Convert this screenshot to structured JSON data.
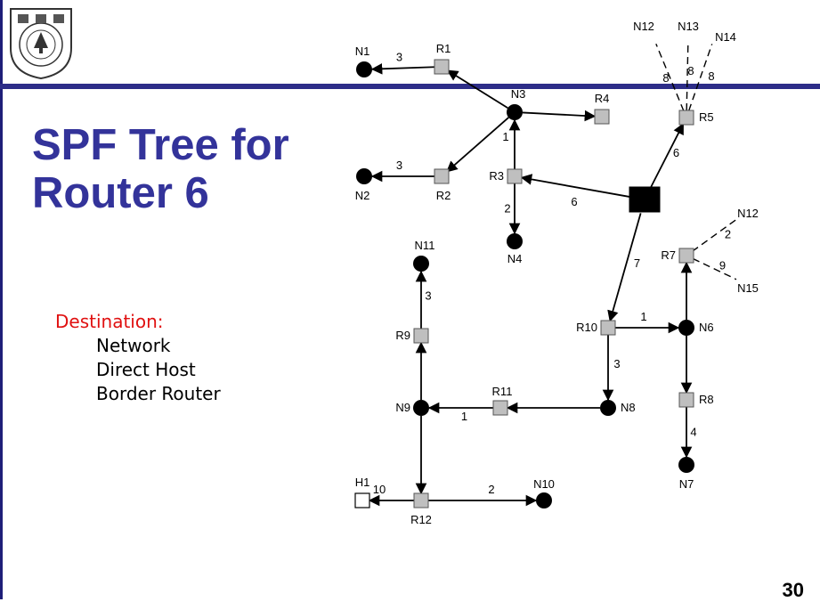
{
  "title_line1": "SPF Tree for",
  "title_line2": "Router 6",
  "destination": {
    "heading": "Destination:",
    "items": [
      "Network",
      "Direct Host",
      "Border Router"
    ]
  },
  "page_number": "30",
  "colors": {
    "title": "#33339a",
    "destination_heading": "#e01010",
    "rule": "#2d2d88",
    "router_fill": "#bfbfbf",
    "root_router_fill": "#000000"
  },
  "nodes": [
    {
      "id": "N1",
      "kind": "network"
    },
    {
      "id": "N2",
      "kind": "network"
    },
    {
      "id": "N3",
      "kind": "network"
    },
    {
      "id": "N4",
      "kind": "network"
    },
    {
      "id": "N6",
      "kind": "network"
    },
    {
      "id": "N7",
      "kind": "network"
    },
    {
      "id": "N8",
      "kind": "network"
    },
    {
      "id": "N9",
      "kind": "network"
    },
    {
      "id": "N10",
      "kind": "network"
    },
    {
      "id": "N11",
      "kind": "network"
    },
    {
      "id": "N12",
      "kind": "external"
    },
    {
      "id": "N12",
      "kind": "external"
    },
    {
      "id": "N13",
      "kind": "external"
    },
    {
      "id": "N14",
      "kind": "external"
    },
    {
      "id": "N15",
      "kind": "external"
    },
    {
      "id": "R1",
      "kind": "router"
    },
    {
      "id": "R2",
      "kind": "router"
    },
    {
      "id": "R3",
      "kind": "router"
    },
    {
      "id": "R4",
      "kind": "router"
    },
    {
      "id": "R5",
      "kind": "router"
    },
    {
      "id": "R6",
      "kind": "root"
    },
    {
      "id": "R7",
      "kind": "router"
    },
    {
      "id": "R8",
      "kind": "router"
    },
    {
      "id": "R9",
      "kind": "router"
    },
    {
      "id": "R10",
      "kind": "router"
    },
    {
      "id": "R11",
      "kind": "router"
    },
    {
      "id": "R12",
      "kind": "router"
    },
    {
      "id": "H1",
      "kind": "host"
    }
  ],
  "edges": [
    {
      "from": "R6",
      "to": "R3",
      "cost": "6",
      "style": "solid"
    },
    {
      "from": "R3",
      "to": "N3",
      "cost": "1",
      "style": "solid"
    },
    {
      "from": "R3",
      "to": "N4",
      "cost": "2",
      "style": "solid"
    },
    {
      "from": "N3",
      "to": "R1",
      "cost": "",
      "style": "solid"
    },
    {
      "from": "N3",
      "to": "R2",
      "cost": "",
      "style": "solid"
    },
    {
      "from": "N3",
      "to": "R4",
      "cost": "",
      "style": "solid"
    },
    {
      "from": "R1",
      "to": "N1",
      "cost": "3",
      "style": "solid"
    },
    {
      "from": "R2",
      "to": "N2",
      "cost": "3",
      "style": "solid"
    },
    {
      "from": "R6",
      "to": "R5",
      "cost": "6",
      "style": "solid"
    },
    {
      "from": "R5",
      "to": "N12",
      "cost": "8",
      "style": "dashed"
    },
    {
      "from": "R5",
      "to": "N13",
      "cost": "8",
      "style": "dashed"
    },
    {
      "from": "R5",
      "to": "N14",
      "cost": "8",
      "style": "dashed"
    },
    {
      "from": "R6",
      "to": "R10",
      "cost": "7",
      "style": "solid"
    },
    {
      "from": "R10",
      "to": "N6",
      "cost": "1",
      "style": "solid"
    },
    {
      "from": "R10",
      "to": "N8",
      "cost": "3",
      "style": "solid"
    },
    {
      "from": "N6",
      "to": "R7",
      "cost": "",
      "style": "solid"
    },
    {
      "from": "N6",
      "to": "R8",
      "cost": "",
      "style": "solid"
    },
    {
      "from": "R7",
      "to": "N12",
      "cost": "2",
      "style": "dashed"
    },
    {
      "from": "R7",
      "to": "N15",
      "cost": "9",
      "style": "dashed"
    },
    {
      "from": "R8",
      "to": "N7",
      "cost": "4",
      "style": "solid"
    },
    {
      "from": "N8",
      "to": "R11",
      "cost": "",
      "style": "solid"
    },
    {
      "from": "R11",
      "to": "N9",
      "cost": "1",
      "style": "solid"
    },
    {
      "from": "N9",
      "to": "R9",
      "cost": "",
      "style": "solid"
    },
    {
      "from": "R9",
      "to": "N11",
      "cost": "3",
      "style": "solid"
    },
    {
      "from": "N9",
      "to": "R12",
      "cost": "",
      "style": "solid"
    },
    {
      "from": "R12",
      "to": "H1",
      "cost": "10",
      "style": "solid"
    },
    {
      "from": "R12",
      "to": "N10",
      "cost": "2",
      "style": "solid"
    }
  ]
}
